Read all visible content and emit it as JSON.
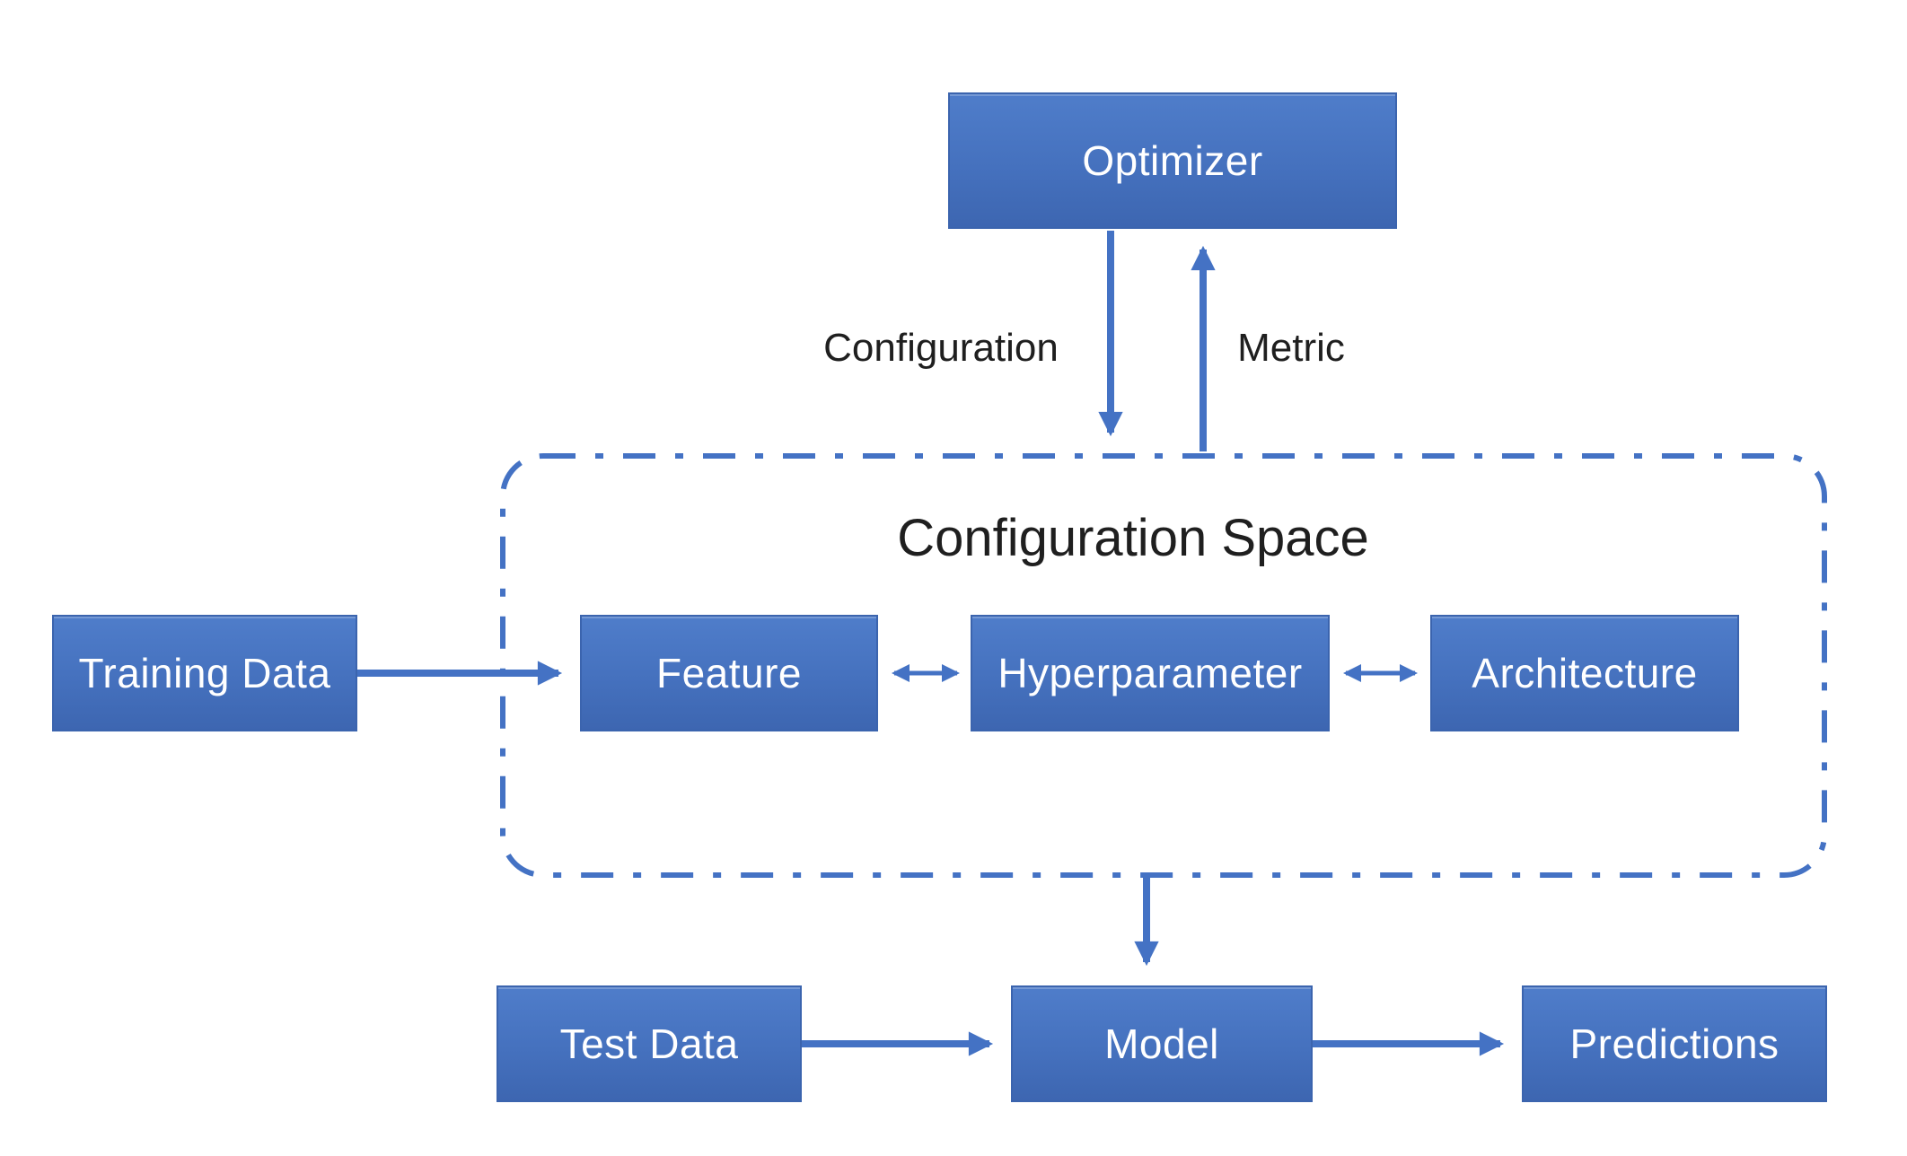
{
  "diagram": {
    "container": {
      "title": "Configuration Space"
    },
    "nodes": [
      {
        "id": "optimizer",
        "label": "Optimizer"
      },
      {
        "id": "training-data",
        "label": "Training Data"
      },
      {
        "id": "feature",
        "label": "Feature"
      },
      {
        "id": "hyperparameter",
        "label": "Hyperparameter"
      },
      {
        "id": "architecture",
        "label": "Architecture"
      },
      {
        "id": "test-data",
        "label": "Test Data"
      },
      {
        "id": "model",
        "label": "Model"
      },
      {
        "id": "predictions",
        "label": "Predictions"
      }
    ],
    "edges": [
      {
        "from": "optimizer",
        "to": "configuration-space",
        "direction": "down",
        "label": "Configuration"
      },
      {
        "from": "configuration-space",
        "to": "optimizer",
        "direction": "up",
        "label": "Metric"
      },
      {
        "from": "training-data",
        "to": "feature",
        "direction": "right",
        "label": ""
      },
      {
        "from": "feature",
        "to": "hyperparameter",
        "direction": "both",
        "label": ""
      },
      {
        "from": "hyperparameter",
        "to": "architecture",
        "direction": "both",
        "label": ""
      },
      {
        "from": "configuration-space",
        "to": "model",
        "direction": "down",
        "label": ""
      },
      {
        "from": "test-data",
        "to": "model",
        "direction": "right",
        "label": ""
      },
      {
        "from": "model",
        "to": "predictions",
        "direction": "right",
        "label": ""
      }
    ],
    "colors": {
      "background": "#ffffff",
      "node_fill_top": "#4f7dca",
      "node_fill_mid": "#4571be",
      "node_fill_bottom": "#3d66b1",
      "node_border": "#3b64ae",
      "node_text": "#ffffff",
      "edge": "#4472c4",
      "container_border": "#4472c4",
      "label_text": "#1f1f1f"
    }
  }
}
